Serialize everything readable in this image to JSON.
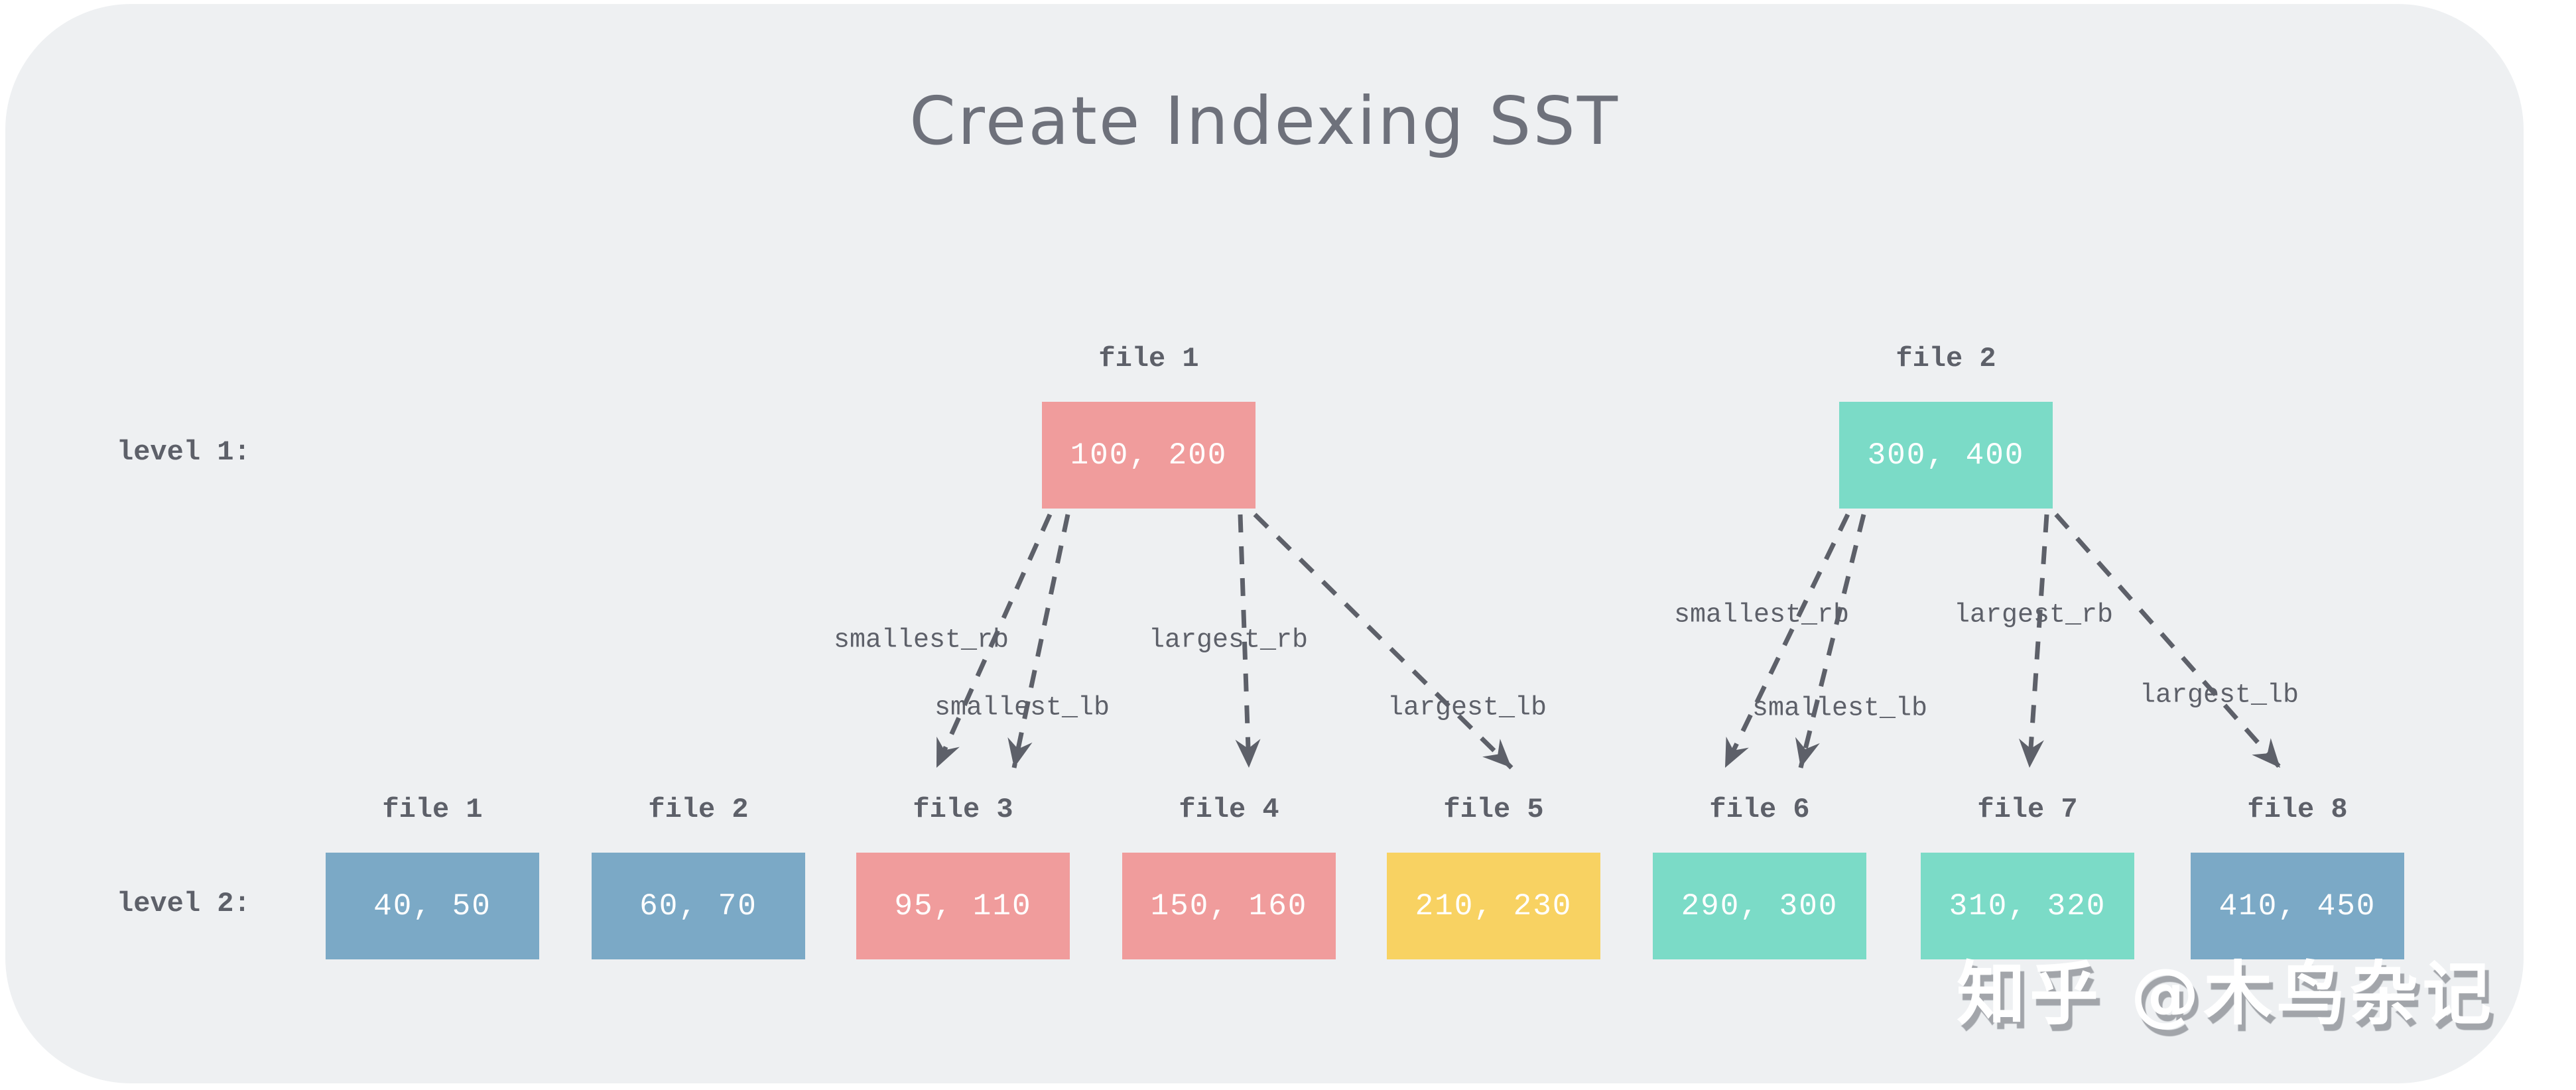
{
  "title": "Create Indexing SST",
  "watermark": "知乎 @木鸟杂记",
  "palette": {
    "page_bg": "#ffffff",
    "panel_bg": "#eef0f2",
    "label_gray": "#5d6069",
    "title_gray": "#6e717b",
    "arrow_gray": "#5d6069",
    "pink": "#f09c9c",
    "teal": "#7bdbc7",
    "blue": "#7ba9c6",
    "yellow": "#f8d262",
    "value_text": "#ffffff"
  },
  "levels": {
    "level1": {
      "label": "level 1:",
      "files": [
        {
          "name": "file 1",
          "range": "100, 200",
          "color": "#f09c9c"
        },
        {
          "name": "file 2",
          "range": "300, 400",
          "color": "#7bdbc7"
        }
      ]
    },
    "level2": {
      "label": "level 2:",
      "files": [
        {
          "name": "file 1",
          "range": "40, 50",
          "color": "#7ba9c6"
        },
        {
          "name": "file 2",
          "range": "60, 70",
          "color": "#7ba9c6"
        },
        {
          "name": "file 3",
          "range": "95, 110",
          "color": "#f09c9c"
        },
        {
          "name": "file 4",
          "range": "150, 160",
          "color": "#f09c9c"
        },
        {
          "name": "file 5",
          "range": "210, 230",
          "color": "#f8d262"
        },
        {
          "name": "file 6",
          "range": "290, 300",
          "color": "#7bdbc7"
        },
        {
          "name": "file 7",
          "range": "310, 320",
          "color": "#7bdbc7"
        },
        {
          "name": "file 8",
          "range": "410, 450",
          "color": "#7ba9c6"
        }
      ]
    }
  },
  "arrow_labels": {
    "smallest_rb": "smallest_rb",
    "smallest_lb": "smallest_lb",
    "largest_rb": "largest_rb",
    "largest_lb": "largest_lb"
  }
}
